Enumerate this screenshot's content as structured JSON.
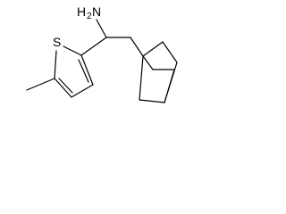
{
  "structure": {
    "atoms": {
      "amine_h": "H",
      "amine_sub": "2",
      "amine_n": "N",
      "sulfur": "S"
    },
    "colors": {
      "bond": "#000000",
      "background": "#ffffff"
    }
  }
}
